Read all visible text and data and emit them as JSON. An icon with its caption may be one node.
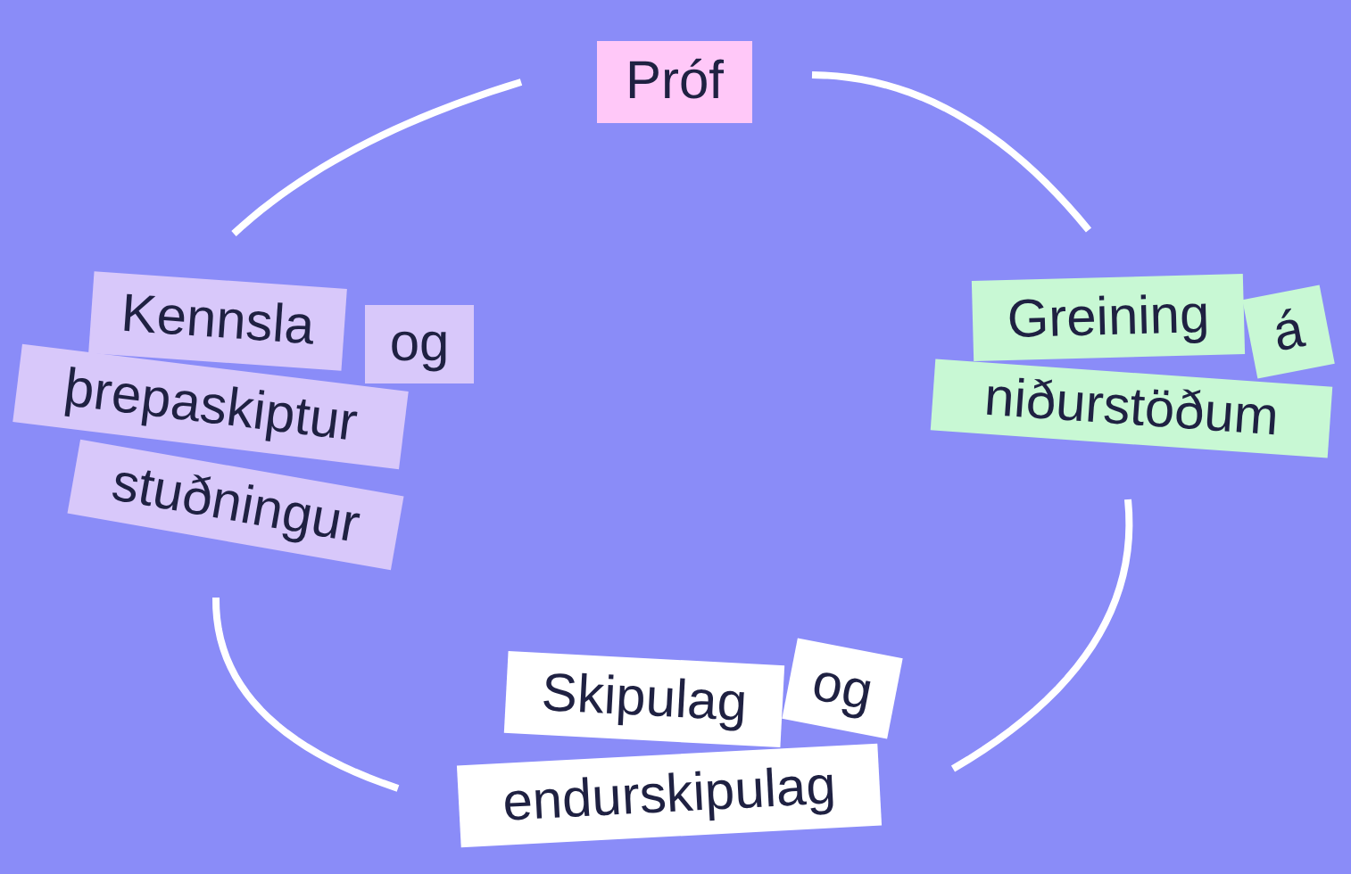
{
  "diagram": {
    "nodes": [
      {
        "text": [
          "Próf"
        ]
      },
      {
        "text": [
          "Kennsla",
          "og",
          "þrepaskiptur",
          "stuðningur"
        ]
      },
      {
        "text": [
          "Greining",
          "á",
          "niðurstöðum"
        ]
      },
      {
        "text": [
          "Skipulag",
          "og",
          "endurskipulag"
        ]
      }
    ],
    "edges": [
      {
        "from": 0,
        "to": 2,
        "arrow": "none"
      },
      {
        "from": 2,
        "to": 3,
        "arrow": "none"
      },
      {
        "from": 3,
        "to": 1,
        "arrow": "none"
      },
      {
        "from": 1,
        "to": 0,
        "arrow": "none"
      }
    ]
  }
}
